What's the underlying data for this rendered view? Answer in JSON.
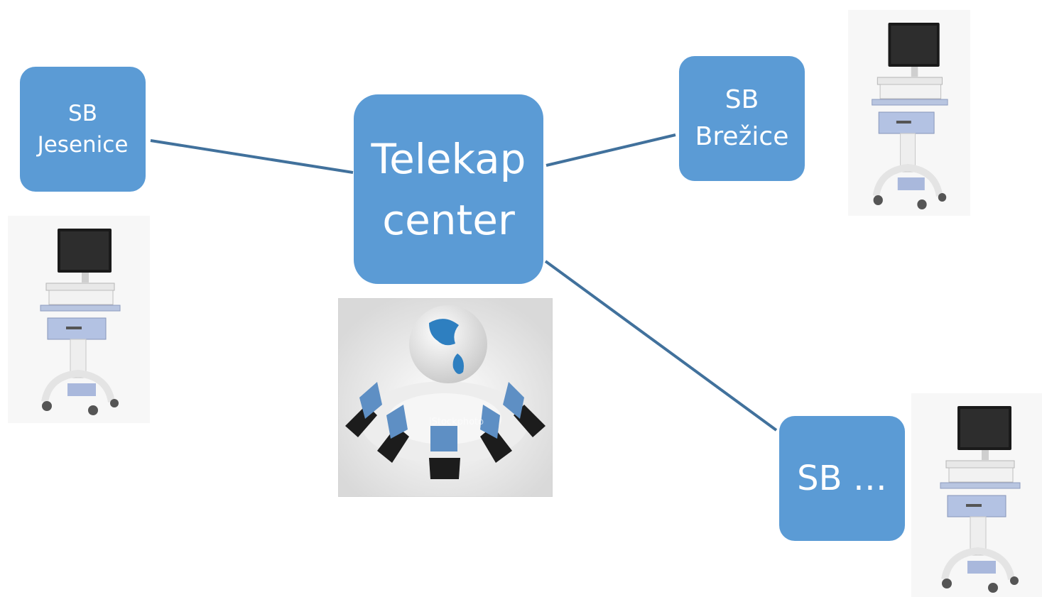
{
  "nodes": {
    "center": {
      "line1": "Telekap",
      "line2": "center"
    },
    "jesenice": {
      "line1": "SB",
      "line2": "Jesenice"
    },
    "brezice": {
      "line1": "SB",
      "line2": "Brežice"
    },
    "other": {
      "label": "SB …"
    }
  },
  "colors": {
    "node_fill": "#5b9bd5",
    "connector": "#41719c"
  },
  "images": {
    "carts": "medical-cart-workstation-icon",
    "network": "globe-network-icon",
    "watermark": "iStockphoto"
  }
}
